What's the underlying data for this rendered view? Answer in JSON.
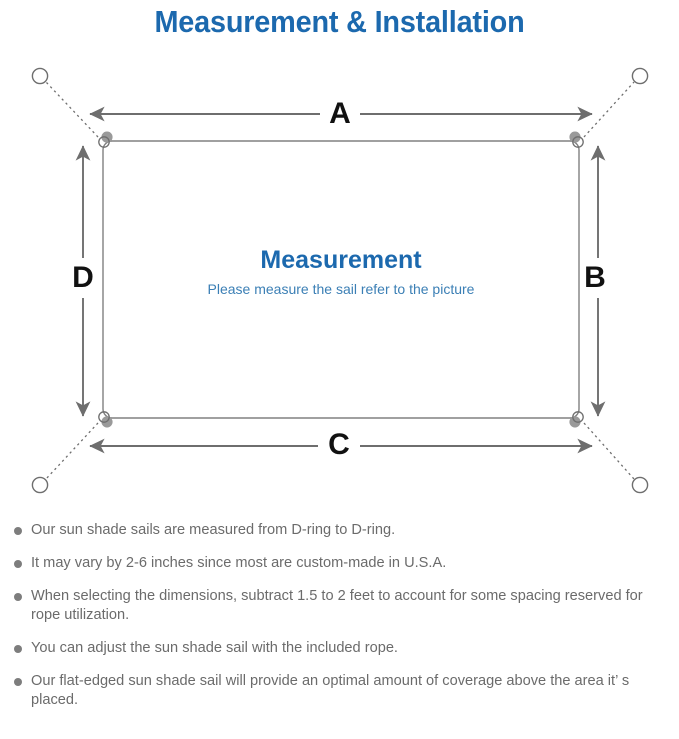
{
  "page": {
    "title": "Measurement & Installation",
    "title_color": "#1c69ae",
    "background_color": "#ffffff"
  },
  "diagram": {
    "type": "sun-shade-sail-measurement-diagram",
    "sail": {
      "center_title": "Measurement",
      "center_subtitle": "Please measure the sail refer to the picture",
      "center_title_color": "#1c69ae",
      "center_subtitle_color": "#3b7fb5",
      "edge_color": "#808080"
    },
    "dimension_labels": {
      "top": "A",
      "right": "B",
      "bottom": "C",
      "left": "D"
    },
    "dimension_label_color": "#111111",
    "arrow_color": "#6e6e6e",
    "d_rings": [
      {
        "name": "d-ring-top-left",
        "position": "top-left"
      },
      {
        "name": "d-ring-top-right",
        "position": "top-right"
      },
      {
        "name": "d-ring-bottom-left",
        "position": "bottom-left"
      },
      {
        "name": "d-ring-bottom-right",
        "position": "bottom-right"
      }
    ],
    "anchor_points": [
      {
        "name": "anchor-top-left",
        "position": "top-left"
      },
      {
        "name": "anchor-top-right",
        "position": "top-right"
      },
      {
        "name": "anchor-bottom-left",
        "position": "bottom-left"
      },
      {
        "name": "anchor-bottom-right",
        "position": "bottom-right"
      }
    ],
    "rope_style": "dotted"
  },
  "notes": {
    "bullet_color": "#7d7d7d",
    "text_color": "#6b6b6b",
    "items": [
      "Our sun shade sails are measured from D-ring to D-ring.",
      "It may vary by 2-6 inches since most are custom-made in U.S.A.",
      "When selecting the dimensions, subtract 1.5 to 2 feet to account for some spacing reserved for rope utilization.",
      "You can adjust the sun shade sail with the included rope.",
      "Our flat-edged sun shade sail will provide an optimal amount of coverage above the area it’ s placed."
    ]
  }
}
